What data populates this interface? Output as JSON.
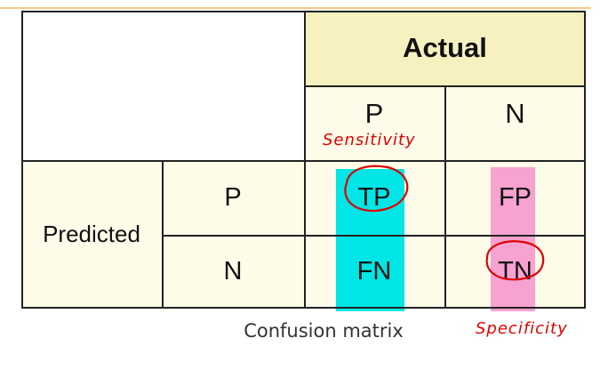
{
  "diagram": {
    "header_actual": "Actual",
    "label_predicted": "Predicted",
    "actual_p": "P",
    "actual_n": "N",
    "predicted_p": "P",
    "predicted_n": "N",
    "cell_tp": "TP",
    "cell_fp": "FP",
    "cell_fn": "FN",
    "cell_tn": "TN",
    "caption": "Confusion matrix"
  },
  "annotations": {
    "sensitivity": "Sensitivity",
    "specificity": "Specificity"
  },
  "colors": {
    "header_fill": "#f7f1bf",
    "cell_fill": "#fffbe9",
    "cyan_highlight": "#00e5e5",
    "pink_highlight": "#f7a2d0",
    "ink_red": "#e00000",
    "border": "#222222"
  }
}
